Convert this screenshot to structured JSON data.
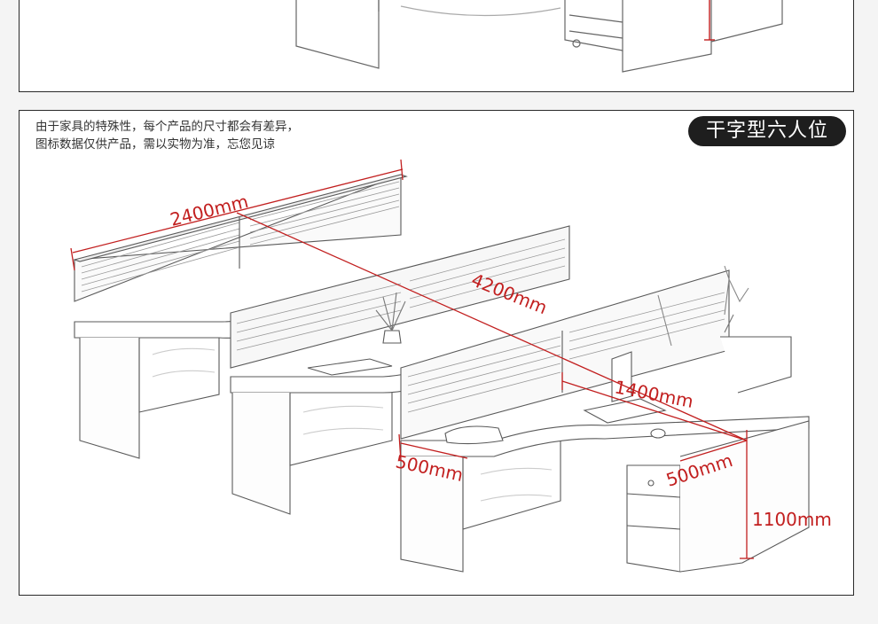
{
  "note": {
    "line1": "由于家具的特殊性，每个产品的尺寸都会有差异，",
    "line2": "图标数据仅供产品，需以实物为准，忘您见谅"
  },
  "badge": "干字型六人位",
  "dimensions": {
    "total_width": "2400mm",
    "total_length": "4200mm",
    "desk_length": "1400mm",
    "return_left": "500mm",
    "return_right": "500mm",
    "height": "1100mm"
  },
  "colors": {
    "dimension_line": "#c21f1f",
    "badge_bg": "#1e1e1e",
    "outline": "#555555"
  }
}
